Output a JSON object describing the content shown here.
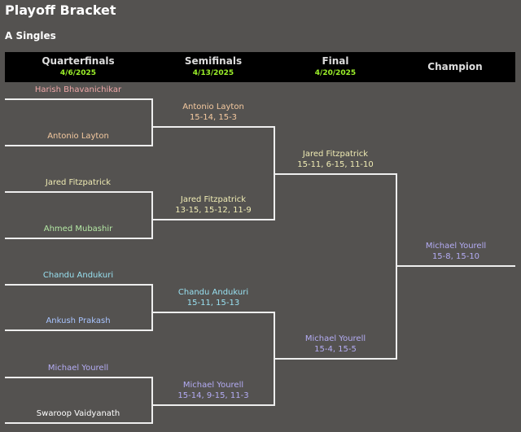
{
  "title": "Playoff Bracket",
  "subtitle": "A Singles",
  "rounds": [
    {
      "name": "Quarterfinals",
      "date": "4/6/2025"
    },
    {
      "name": "Semifinals",
      "date": "4/13/2025"
    },
    {
      "name": "Final",
      "date": "4/20/2025"
    },
    {
      "name": "Champion"
    }
  ],
  "colors": {
    "Harish Bhavanichikar": "#f0a8a8",
    "Antonio Layton": "#f5caa0",
    "Jared Fitzpatrick": "#f0ecb4",
    "Ahmed Mubashir": "#b4e8a4",
    "Chandu Andukuri": "#98e0f0",
    "Ankush Prakash": "#a8c4ff",
    "Michael Yourell": "#b4acf4",
    "Swaroop Vaidyanath": "#ffffff"
  },
  "quarterfinals": [
    "Harish Bhavanichikar",
    "Antonio Layton",
    "Jared Fitzpatrick",
    "Ahmed Mubashir",
    "Chandu Andukuri",
    "Ankush Prakash",
    "Michael Yourell",
    "Swaroop Vaidyanath"
  ],
  "semifinals": [
    {
      "name": "Antonio Layton",
      "score": "15-14, 15-3"
    },
    {
      "name": "Jared Fitzpatrick",
      "score": "13-15, 15-12, 11-9"
    },
    {
      "name": "Chandu Andukuri",
      "score": "15-11, 15-13"
    },
    {
      "name": "Michael Yourell",
      "score": "15-14, 9-15, 11-3"
    }
  ],
  "final": [
    {
      "name": "Jared Fitzpatrick",
      "score": "15-11, 6-15, 11-10"
    },
    {
      "name": "Michael Yourell",
      "score": "15-4, 15-5"
    }
  ],
  "champion": {
    "name": "Michael Yourell",
    "score": "15-8, 15-10"
  }
}
